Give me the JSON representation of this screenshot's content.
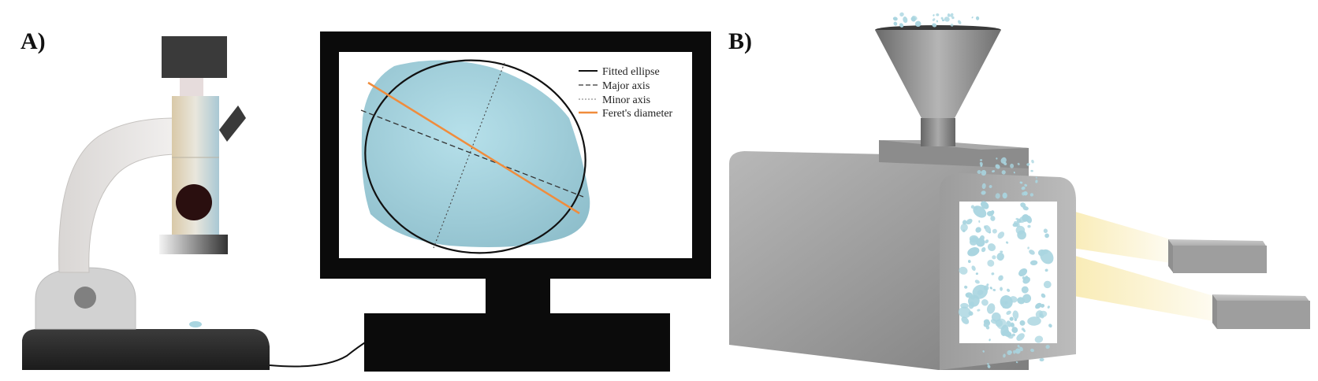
{
  "panels": {
    "a_label": "A)",
    "b_label": "B)"
  },
  "legend": {
    "items": [
      {
        "label": "Fitted ellipse",
        "style": "solid",
        "color": "#111111"
      },
      {
        "label": "Major axis",
        "style": "dashed",
        "color": "#333333"
      },
      {
        "label": "Minor axis",
        "style": "dotted",
        "color": "#777777"
      },
      {
        "label": "Feret's diameter",
        "style": "solid",
        "color": "#f08c3c"
      }
    ]
  },
  "colors": {
    "particle": "#a9d5e0",
    "feret": "#f08c3c",
    "monitor": "#0b0b0b",
    "machine_gray": "#9a9a9a",
    "light_beam": "#f6e7a8"
  }
}
